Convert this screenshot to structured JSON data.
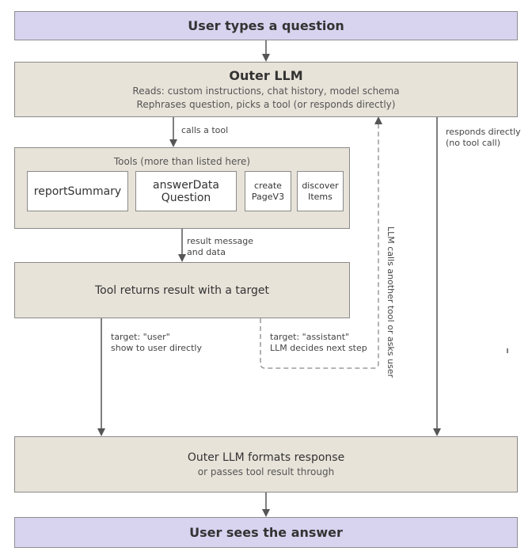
{
  "top": {
    "label": "User types a question"
  },
  "outer_llm": {
    "title": "Outer LLM",
    "line1": "Reads: custom instructions, chat history, model schema",
    "line2": "Rephrases question, picks a tool (or responds directly)"
  },
  "edge_calls_tool": "calls a tool",
  "edge_responds_directly": [
    "responds directly",
    "(no tool call)"
  ],
  "tools": {
    "header": "Tools (more than listed here)",
    "items": [
      {
        "lines": [
          "reportSummary"
        ]
      },
      {
        "lines": [
          "answerData",
          "Question"
        ]
      },
      {
        "lines": [
          "create",
          "PageV3"
        ]
      },
      {
        "lines": [
          "discover",
          "Items"
        ]
      }
    ]
  },
  "edge_result_message": [
    "result message",
    "and data"
  ],
  "tool_returns": {
    "label": "Tool returns result with a target"
  },
  "edge_target_user": [
    "target: \"user\"",
    "show to user directly"
  ],
  "edge_target_assistant": [
    "target: \"assistant\"",
    "LLM decides next step"
  ],
  "edge_loop_label": "LLM calls another tool or asks user",
  "format": {
    "line1": "Outer LLM formats response",
    "line2": "or passes tool result through"
  },
  "bottom": {
    "label": "User sees the answer"
  }
}
